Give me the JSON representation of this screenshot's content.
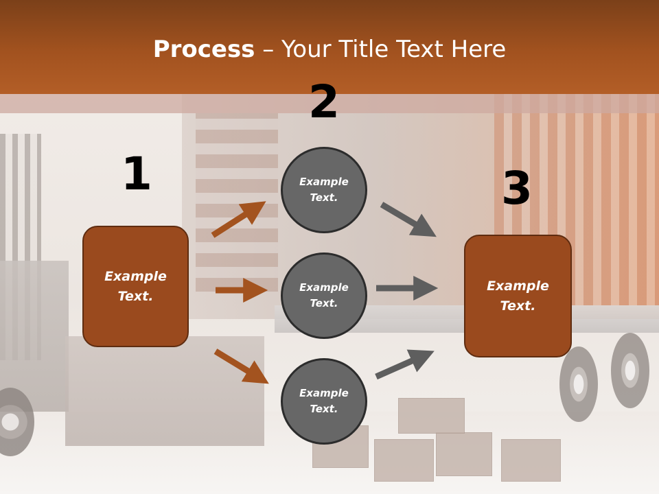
{
  "slide": {
    "title_bold": "Process",
    "title_rest": " – Your Title Text Here"
  },
  "steps": {
    "one": {
      "number": "1",
      "text": "Example Text."
    },
    "two": {
      "number": "2"
    },
    "three": {
      "number": "3",
      "text": "Example Text."
    }
  },
  "circles": [
    {
      "text": "Example Text."
    },
    {
      "text": "Example Text."
    },
    {
      "text": "Example Text."
    }
  ],
  "colors": {
    "header": "#a2521f",
    "box_fill": "#9a4a1e",
    "circle_fill": "#676767",
    "arrow_orange": "#a3531f",
    "arrow_gray": "#5e5e5e"
  }
}
